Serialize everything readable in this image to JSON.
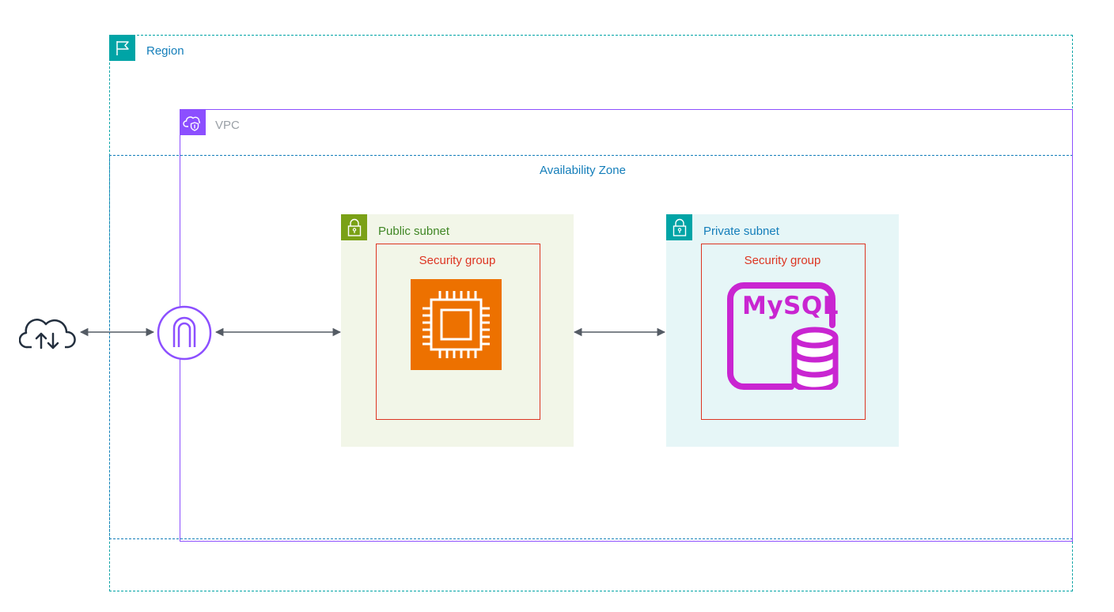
{
  "labels": {
    "region": "Region",
    "vpc": "VPC",
    "availability_zone": "Availability Zone",
    "public_subnet": "Public subnet",
    "private_subnet": "Private subnet",
    "security_group_public": "Security group",
    "security_group_private": "Security group",
    "mysql": "MySQL"
  },
  "colors": {
    "region": "#00a4a6",
    "vpc": "#8c4fff",
    "availability_zone": "#147eba",
    "public_subnet": "#7aa116",
    "private_subnet": "#00a4a6",
    "security_group": "#dd3522",
    "ec2": "#ed7100",
    "rds": "#c925d1",
    "connector": "#545b64"
  },
  "icons": [
    "flag-icon",
    "vpc-cloud-icon",
    "lock-icon",
    "internet-cloud-icon",
    "internet-gateway-icon",
    "ec2-instance-icon",
    "mysql-database-icon"
  ]
}
